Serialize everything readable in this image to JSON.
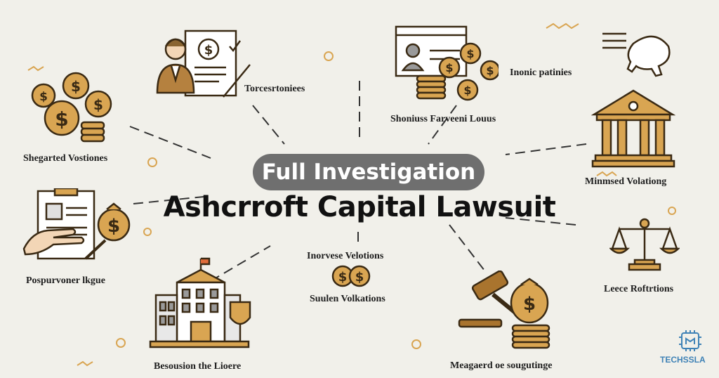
{
  "badge": "Full Investigation",
  "title": "Ashcrroft Capital Lawsuit",
  "labels": {
    "topcenter_left": "Torcesrtoniees",
    "topright_small": "Inonic patinies",
    "topcenter": "Shoniuss Farveeni Louus",
    "left_top": "Shegarted Vostiones",
    "right_mid": "Minmsed Volationg",
    "left_mid": "Pospurvoner lkgue",
    "center_top": "Inorvese Velotions",
    "center_bottom": "Suulen Volkations",
    "right_low": "Leece Roftrtions",
    "bottom_left": "Besousion the Lioere",
    "bottom_center": "Meagaerd oe sougutinge"
  },
  "brand": "TECHSSLA",
  "colors": {
    "gold": "#d9a552",
    "gold_dark": "#3a2a14",
    "background": "#f1f0ea",
    "badge": "#6f6f6f",
    "brand": "#3f82b6"
  }
}
